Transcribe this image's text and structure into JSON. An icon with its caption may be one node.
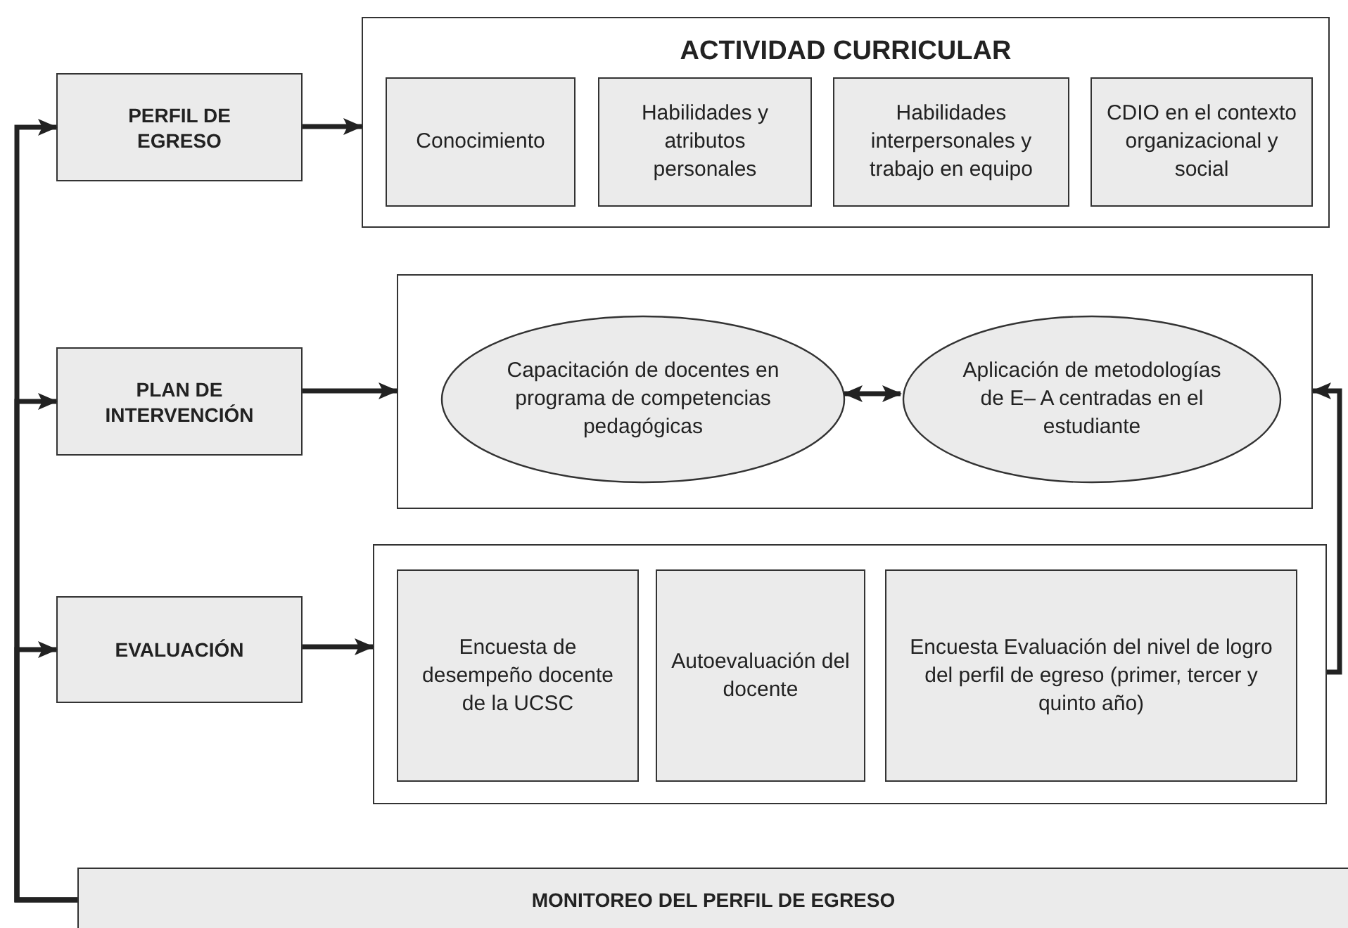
{
  "diagram": {
    "nodes": [
      {
        "text": [
          "PERFIL DE EGRESO"
        ]
      },
      {
        "text": [
          "ACTIVIDAD CURRICULAR"
        ]
      },
      {
        "text": [
          "Conocimiento"
        ],
        "in": 1
      },
      {
        "text": [
          "Habilidades y atributos personales"
        ],
        "in": 1
      },
      {
        "text": [
          "Habilidades interpersonales y trabajo en equipo"
        ],
        "in": 1
      },
      {
        "text": [
          "CDIO en el contexto organizacional y social"
        ],
        "in": 1
      },
      {
        "text": [
          "PLAN DE INTERVENCIÓN"
        ]
      },
      {
        "text": [],
        "shape": "box"
      },
      {
        "text": [
          "Capacitación de docentes en programa de competencias pedagógicas"
        ],
        "in": 7
      },
      {
        "text": [
          "Aplicación de metodologías de E– A centradas en el estudiante"
        ],
        "in": 7
      },
      {
        "text": [
          "EVALUACIÓN"
        ]
      },
      {
        "text": [],
        "shape": "box"
      },
      {
        "text": [
          "Encuesta de desempeño docente de la UCSC"
        ],
        "in": 11
      },
      {
        "text": [
          "Autoevaluación del docente"
        ],
        "in": 11
      },
      {
        "text": [
          "Encuesta Evaluación del nivel de logro del perfil de egreso (primer, tercer y quinto año)"
        ],
        "in": 11
      },
      {
        "text": [
          "MONITOREO DEL PERFIL DE EGRESO"
        ]
      }
    ],
    "edges": [
      {
        "from": 0,
        "to": 1,
        "arrow": "to"
      },
      {
        "from": 6,
        "to": 7,
        "arrow": "to"
      },
      {
        "from": 10,
        "to": 11,
        "arrow": "to"
      },
      {
        "from": 8,
        "to": 9,
        "arrow": "both"
      },
      {
        "from": 11,
        "to": 7,
        "arrow": "to"
      },
      {
        "from": 15,
        "to": 0,
        "arrow": "to"
      },
      {
        "from": 15,
        "to": 6,
        "arrow": "to"
      },
      {
        "from": 15,
        "to": 10,
        "arrow": "to"
      }
    ]
  }
}
